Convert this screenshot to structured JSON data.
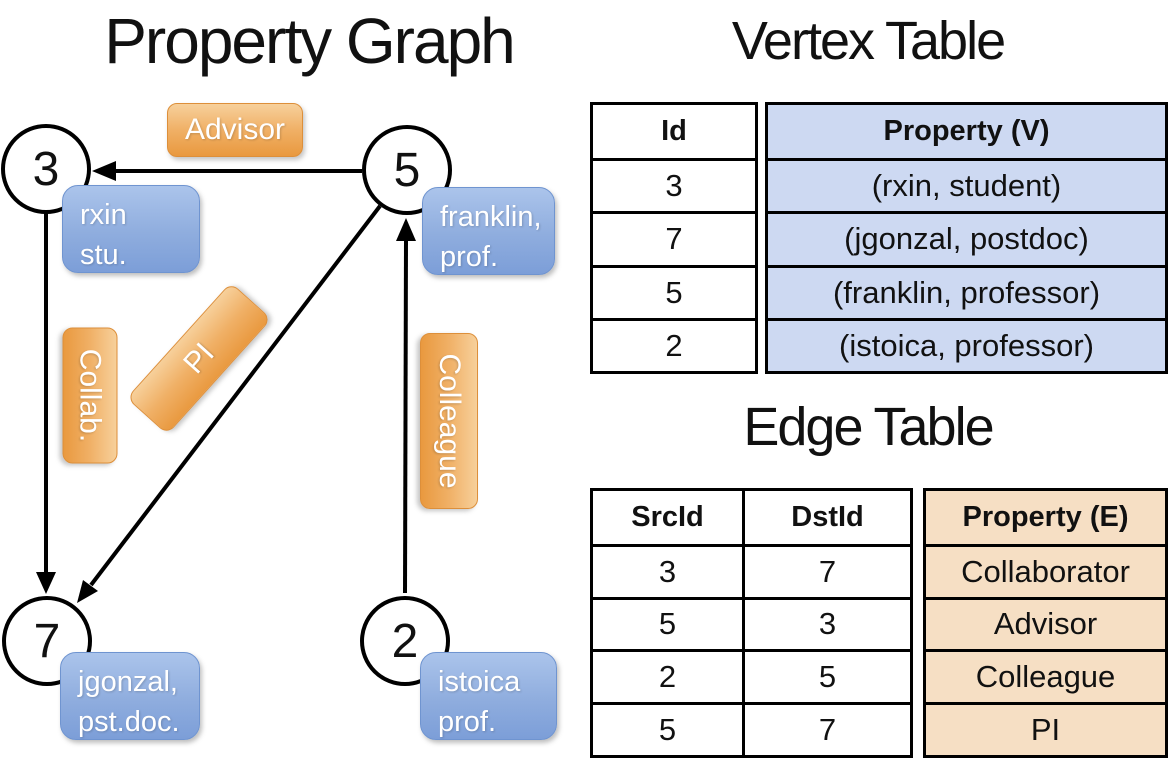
{
  "graph": {
    "title": "Property Graph",
    "vertices": [
      {
        "id": "3",
        "prop_line1": "rxin",
        "prop_line2": "stu."
      },
      {
        "id": "5",
        "prop_line1": "franklin,",
        "prop_line2": "prof."
      },
      {
        "id": "7",
        "prop_line1": "jgonzal,",
        "prop_line2": "pst.doc."
      },
      {
        "id": "2",
        "prop_line1": "istoica",
        "prop_line2": "prof."
      }
    ],
    "edge_labels": [
      "Advisor",
      "Collab.",
      "PI",
      "Colleague"
    ],
    "edges": [
      {
        "src": "5",
        "dst": "3",
        "label": "Advisor"
      },
      {
        "src": "3",
        "dst": "7",
        "label": "Collab."
      },
      {
        "src": "5",
        "dst": "7",
        "label": "PI"
      },
      {
        "src": "2",
        "dst": "5",
        "label": "Colleague"
      }
    ]
  },
  "vertex_table": {
    "title": "Vertex Table",
    "columns": {
      "id": "Id",
      "property": "Property (V)"
    },
    "rows": [
      {
        "id": "3",
        "property": "(rxin, student)"
      },
      {
        "id": "7",
        "property": "(jgonzal, postdoc)"
      },
      {
        "id": "5",
        "property": "(franklin, professor)"
      },
      {
        "id": "2",
        "property": "(istoica, professor)"
      }
    ]
  },
  "edge_table": {
    "title": "Edge Table",
    "columns": {
      "src": "SrcId",
      "dst": "DstId",
      "property": "Property (E)"
    },
    "rows": [
      {
        "src": "3",
        "dst": "7",
        "property": "Collaborator"
      },
      {
        "src": "5",
        "dst": "3",
        "property": "Advisor"
      },
      {
        "src": "2",
        "dst": "5",
        "property": "Colleague"
      },
      {
        "src": "5",
        "dst": "7",
        "property": "PI"
      }
    ]
  },
  "colors": {
    "edge_label_orange": "#ef9f49",
    "vertex_prop_blue": "#8fadde",
    "vertex_table_fill": "#cdd9f2",
    "edge_table_fill": "#f6dfc4",
    "line_black": "#000000"
  }
}
